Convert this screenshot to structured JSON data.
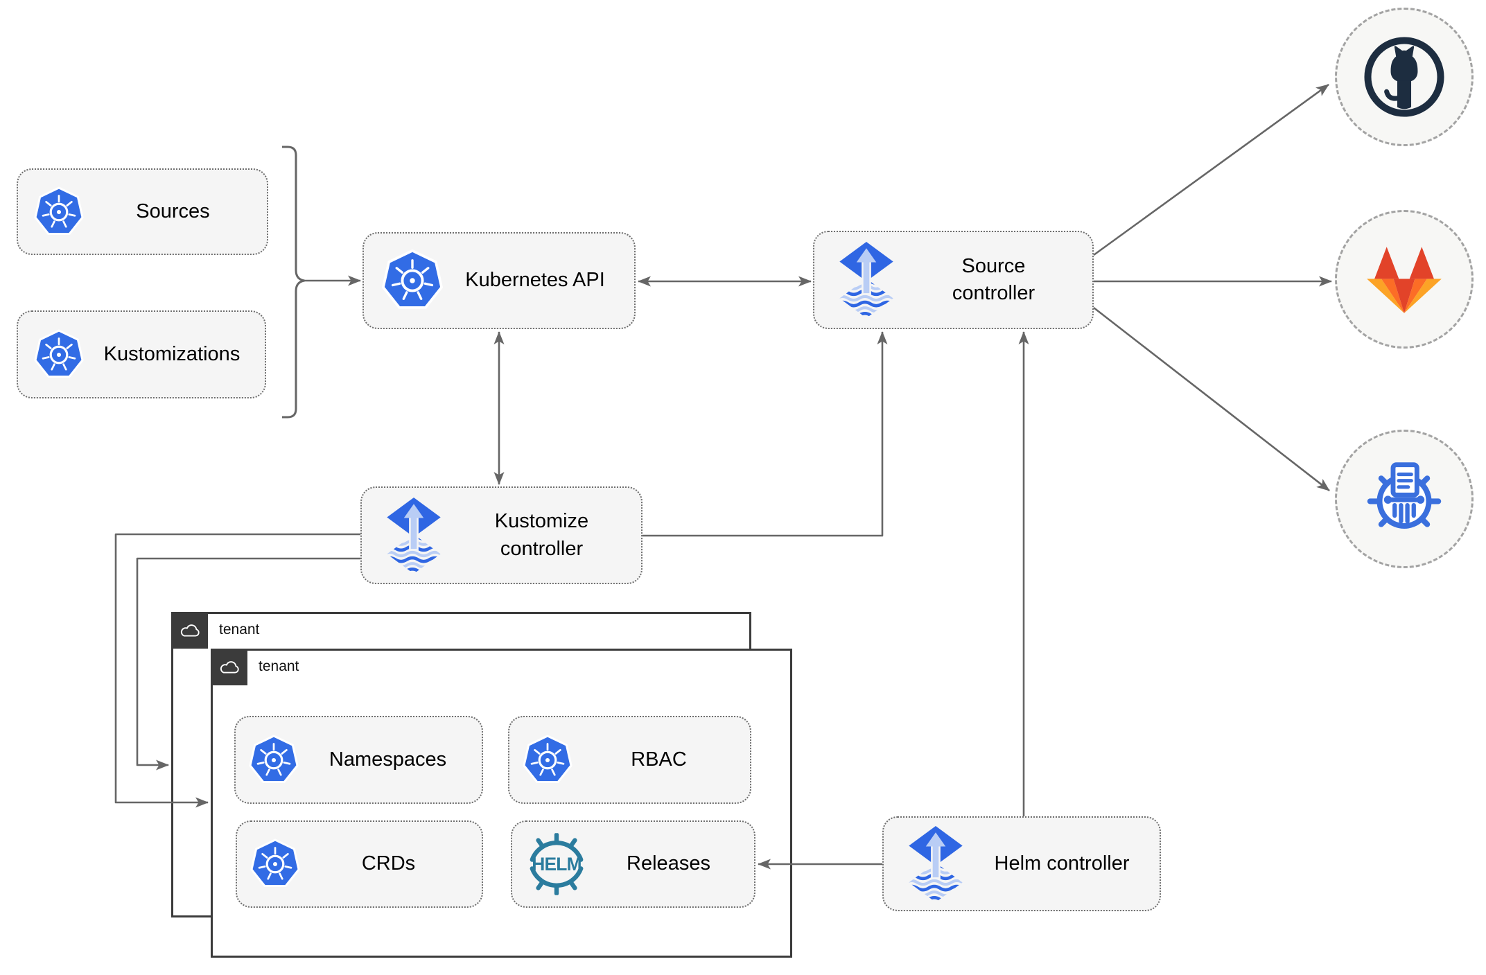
{
  "nodes": {
    "sources": {
      "label": "Sources",
      "icon": "kubernetes-icon"
    },
    "kustomizations": {
      "label": "Kustomizations",
      "icon": "kubernetes-icon"
    },
    "kubernetes_api": {
      "label": "Kubernetes API",
      "icon": "kubernetes-icon"
    },
    "source_controller": {
      "label": "Source controller",
      "icon": "flux-icon"
    },
    "kustomize_controller": {
      "label": "Kustomize controller",
      "icon": "flux-icon"
    },
    "helm_controller": {
      "label": "Helm controller",
      "icon": "flux-icon"
    },
    "namespaces": {
      "label": "Namespaces",
      "icon": "kubernetes-icon"
    },
    "rbac": {
      "label": "RBAC",
      "icon": "kubernetes-icon"
    },
    "crds": {
      "label": "CRDs",
      "icon": "kubernetes-icon"
    },
    "releases": {
      "label": "Releases",
      "icon": "helm-icon"
    }
  },
  "groups": {
    "tenant_back": {
      "label": "tenant",
      "icon": "cloud-icon"
    },
    "tenant_front": {
      "label": "tenant",
      "icon": "cloud-icon"
    }
  },
  "endpoints": {
    "github": {
      "icon": "github-icon"
    },
    "gitlab": {
      "icon": "gitlab-icon"
    },
    "chartmuseum": {
      "icon": "chartmuseum-icon"
    }
  },
  "colors": {
    "kubernetes_blue": "#326ce5",
    "flux_blue": "#2f66e3",
    "flux_arrow_light": "#b9cdf5",
    "helm_teal": "#2b7c9e",
    "github_navy": "#1d2d40",
    "gitlab_red": "#e24329",
    "gitlab_orange": "#fc6d26",
    "gitlab_amber": "#fca326",
    "chartmuseum_blue": "#3a6fdd",
    "connector_gray": "#666666",
    "node_fill": "#f5f5f5",
    "node_border": "#6e6e6e",
    "circle_fill": "#f7f7f5",
    "circle_border": "#a3a3a3",
    "tenant_dark": "#3b3b3b",
    "canvas_bg": "#ffffff",
    "text_color": "#000000"
  }
}
